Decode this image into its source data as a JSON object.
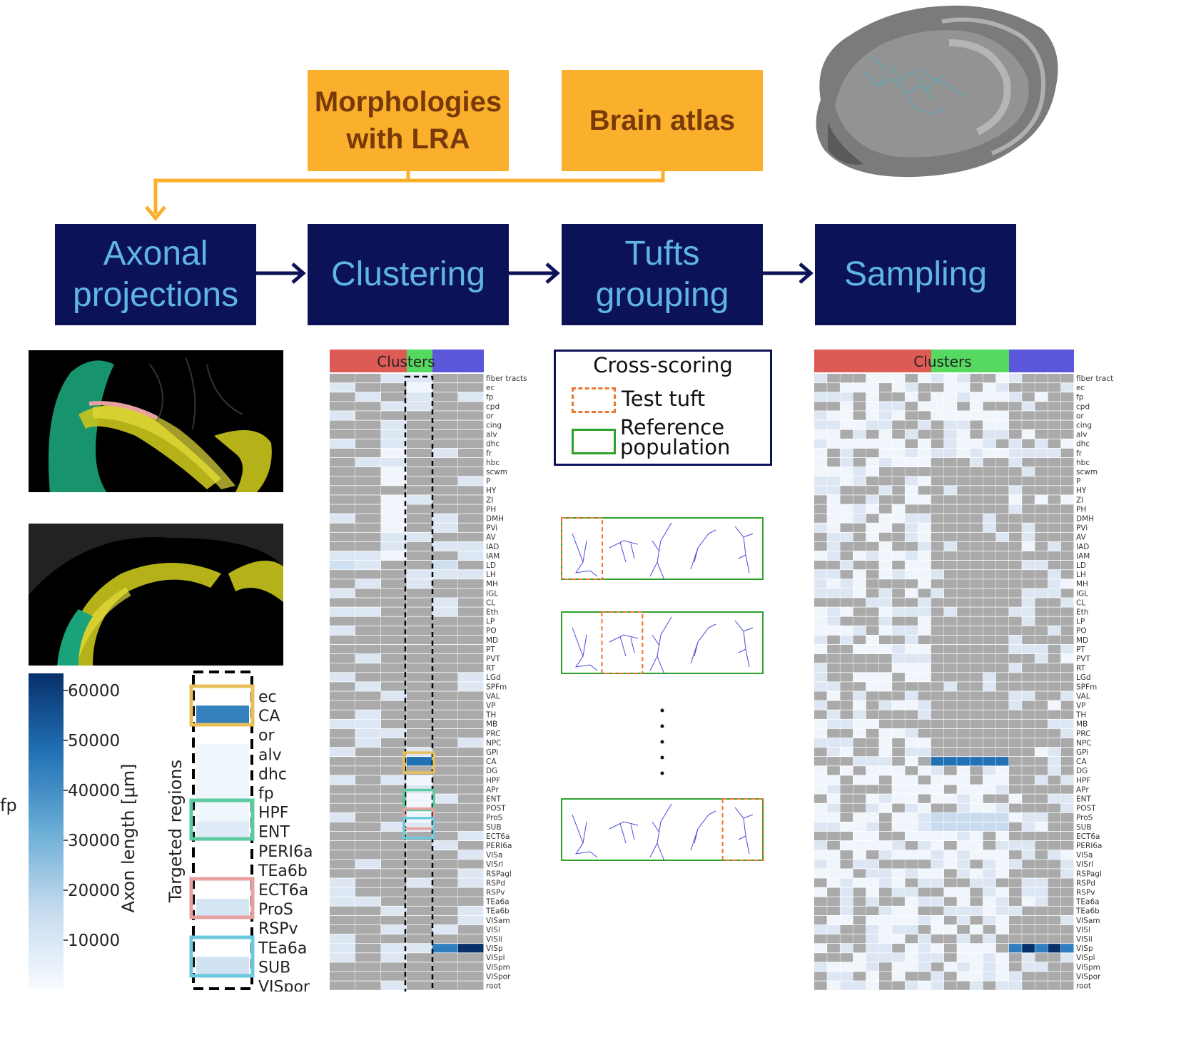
{
  "inputs": {
    "morphologies": "Morphologies with LRA",
    "atlas": "Brain atlas"
  },
  "steps": [
    "Axonal\nprojections",
    "Clustering",
    "Tufts\ngrouping",
    "Sampling"
  ],
  "colorbar": {
    "label": "Axon length [μm]",
    "ticks": [
      "60000",
      "50000",
      "40000",
      "30000",
      "20000",
      "10000"
    ],
    "side_label": "fp",
    "max": 70000
  },
  "targeted": {
    "title": "Targeted regions",
    "regions": [
      "ec",
      "CA",
      "or",
      "alv",
      "dhc",
      "fp",
      "HPF",
      "ENT",
      "PERI6a",
      "TEa6b",
      "ECT6a",
      "ProS",
      "RSPv",
      "TEa6a",
      "SUB",
      "VISpor"
    ],
    "values": [
      0,
      48000,
      0,
      3000,
      3000,
      3000,
      3000,
      9000,
      0,
      0,
      0,
      12000,
      0,
      0,
      14000,
      0
    ]
  },
  "heatmap_regions": [
    "fiber tracts",
    "ec",
    "fp",
    "cpd",
    "or",
    "cing",
    "alv",
    "dhc",
    "fr",
    "hbc",
    "scwm",
    "P",
    "HY",
    "ZI",
    "PH",
    "DMH",
    "PVi",
    "AV",
    "IAD",
    "IAM",
    "LD",
    "LH",
    "MH",
    "IGL",
    "CL",
    "Eth",
    "LP",
    "PO",
    "MD",
    "PT",
    "PVT",
    "RT",
    "LGd",
    "SPFm",
    "VAL",
    "VP",
    "TH",
    "MB",
    "PRC",
    "NPC",
    "GPi",
    "CA",
    "DG",
    "HPF",
    "APr",
    "ENT",
    "POST",
    "ProS",
    "SUB",
    "ECT6a",
    "PERI6a",
    "VISa",
    "VISrl",
    "RSPagl",
    "RSPd",
    "RSPv",
    "TEa6a",
    "TEa6b",
    "VISam",
    "VISl",
    "VISli",
    "VISp",
    "VISpl",
    "VISpm",
    "VISpor",
    "root"
  ],
  "clusters_label": "Clusters",
  "cross": {
    "title": "Cross-scoring",
    "test": "Test tuft",
    "reference": "Reference population"
  },
  "colors": {
    "red": "#de5b55",
    "green": "#55d960",
    "blue": "#5a57da",
    "orange": "#e9772f",
    "ref_green": "#2ea02c",
    "navy": "#0c1257",
    "amber": "#fbb02d"
  }
}
